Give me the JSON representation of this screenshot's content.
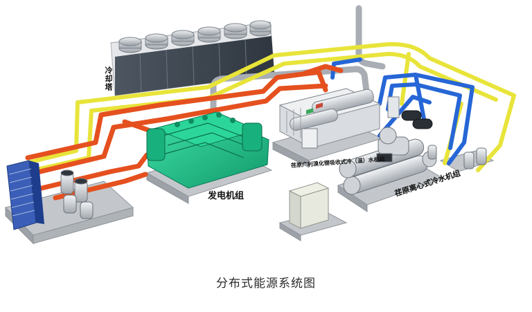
{
  "labels": {
    "cooling_tower": "冷却塔",
    "generator_set": "发电机组",
    "absorption_unit": "荏原广利溴化锂吸收式冷（温）水机组",
    "centrifugal_chiller": "荏原离心式冷水机组"
  },
  "caption": "分布式能源系统图",
  "colors": {
    "hot_pipe": "#e5501f",
    "cooling_pipe": "#e8e43a",
    "chilled_pipe": "#2666d6",
    "exhaust_pipe": "#a9aeb5",
    "generator": "#1fbf8a",
    "base_platform": "#bcc0c4"
  }
}
